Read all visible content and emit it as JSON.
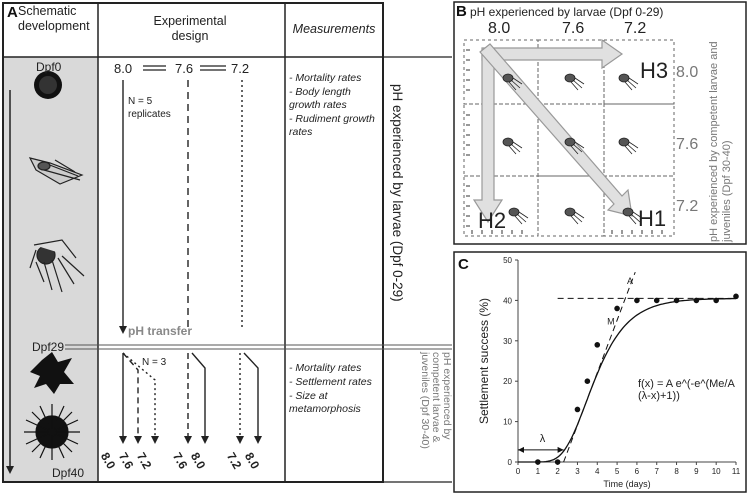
{
  "panelA": {
    "letter": "A",
    "headers": {
      "schematic": "Schematic development",
      "experimental": "Experimental design",
      "measurements": "Measurements"
    },
    "dpf_labels": {
      "d0": "Dpf0",
      "d29": "Dpf29",
      "d40": "Dpf40"
    },
    "ph_top": [
      "8.0",
      "7.6",
      "7.2"
    ],
    "replicates_note": "N = 5 replicates",
    "n3_note": "N = 3",
    "transfer_label": "pH transfer",
    "ph_bottom": [
      "8.0",
      "7.6",
      "7.2",
      "7.6",
      "8.0",
      "7.2",
      "8.0"
    ],
    "measurements_top": [
      "- Mortality rates",
      "- Body length growth rates",
      "- Rudiment growth rates"
    ],
    "measurements_bottom": [
      "- Mortality rates",
      "- Settlement rates",
      "- Size at metamorphosis"
    ],
    "side_label_top": "pH experienced by larvae (Dpf 0-29)",
    "side_label_bottom": "pH experienced by competent larvae & juveniles (Dpf 30-40)"
  },
  "panelB": {
    "letter": "B",
    "title": "pH experienced by larvae (Dpf 0-29)",
    "col_labels": [
      "8.0",
      "7.6",
      "7.2"
    ],
    "row_labels": [
      "8.0",
      "7.6",
      "7.2"
    ],
    "hypotheses": [
      "H3",
      "H2",
      "H1"
    ],
    "side_label": "pH experienced by competent larvae and juveniles (Dpf 30-40)"
  },
  "panelC": {
    "letter": "C",
    "formula": "f(x) = A e^(-e^(Me/A (λ-x)+1))",
    "annotations": {
      "A": "A",
      "M": "M",
      "lambda": "λ"
    },
    "chart_data": {
      "type": "scatter",
      "title": "",
      "xlabel": "Time (days)",
      "ylabel": "Settlement success (%)",
      "xlim": [
        0,
        11
      ],
      "ylim": [
        0,
        50
      ],
      "xticks": [
        0,
        1,
        2,
        3,
        4,
        5,
        6,
        7,
        8,
        9,
        10,
        11
      ],
      "yticks": [
        0,
        10,
        20,
        30,
        40,
        50
      ],
      "grid": false,
      "series": [
        {
          "x": [
            1,
            2,
            3,
            3.5,
            4,
            5,
            6,
            7,
            8,
            9,
            10,
            11
          ],
          "y": [
            0,
            0,
            13,
            20,
            29,
            38,
            40,
            40,
            40,
            40,
            40,
            41
          ]
        }
      ],
      "fit_curve": {
        "A": 40.5,
        "M": 13,
        "lambda": 2.3
      }
    }
  }
}
